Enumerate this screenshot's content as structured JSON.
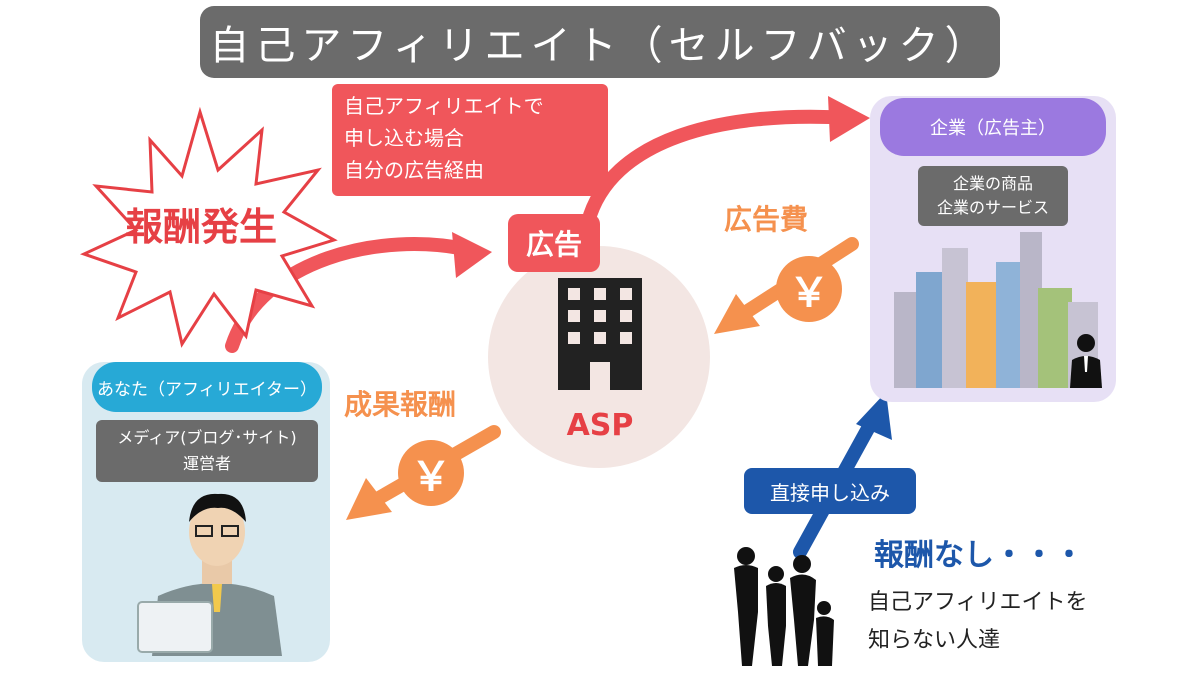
{
  "title": "自己アフィリエイト（セルフバック）",
  "note": {
    "line1": "自己アフィリエイトで",
    "line2": "申し込む場合",
    "line3": "自分の広告経由"
  },
  "burst": "報酬発生",
  "ad_badge": "広告",
  "asp_label": "ASP",
  "ad_fee_label": "広告費",
  "result_reward_label": "成果報酬",
  "yen_symbol": "￥",
  "company": {
    "header": "企業（広告主）",
    "desc_line1": "企業の商品",
    "desc_line2": "企業のサービス"
  },
  "you": {
    "header": "あなた（アフィリエイター）",
    "desc_line1": "メディア(ブログ･サイト)",
    "desc_line2": "運営者"
  },
  "direct_badge": "直接申し込み",
  "no_reward": "報酬なし・・・",
  "unaware": {
    "line1": "自己アフィリエイトを",
    "line2": "知らない人達"
  },
  "colors": {
    "red": "#f0565b",
    "orange": "#f5914e",
    "blue": "#1d57aa",
    "purple": "#9b79e0",
    "cyan": "#27a9d6",
    "gray": "#6b6b6b"
  },
  "icons": [
    "building-icon",
    "yen-icon",
    "businessman-icon",
    "family-silhouette-icon",
    "city-icon"
  ]
}
